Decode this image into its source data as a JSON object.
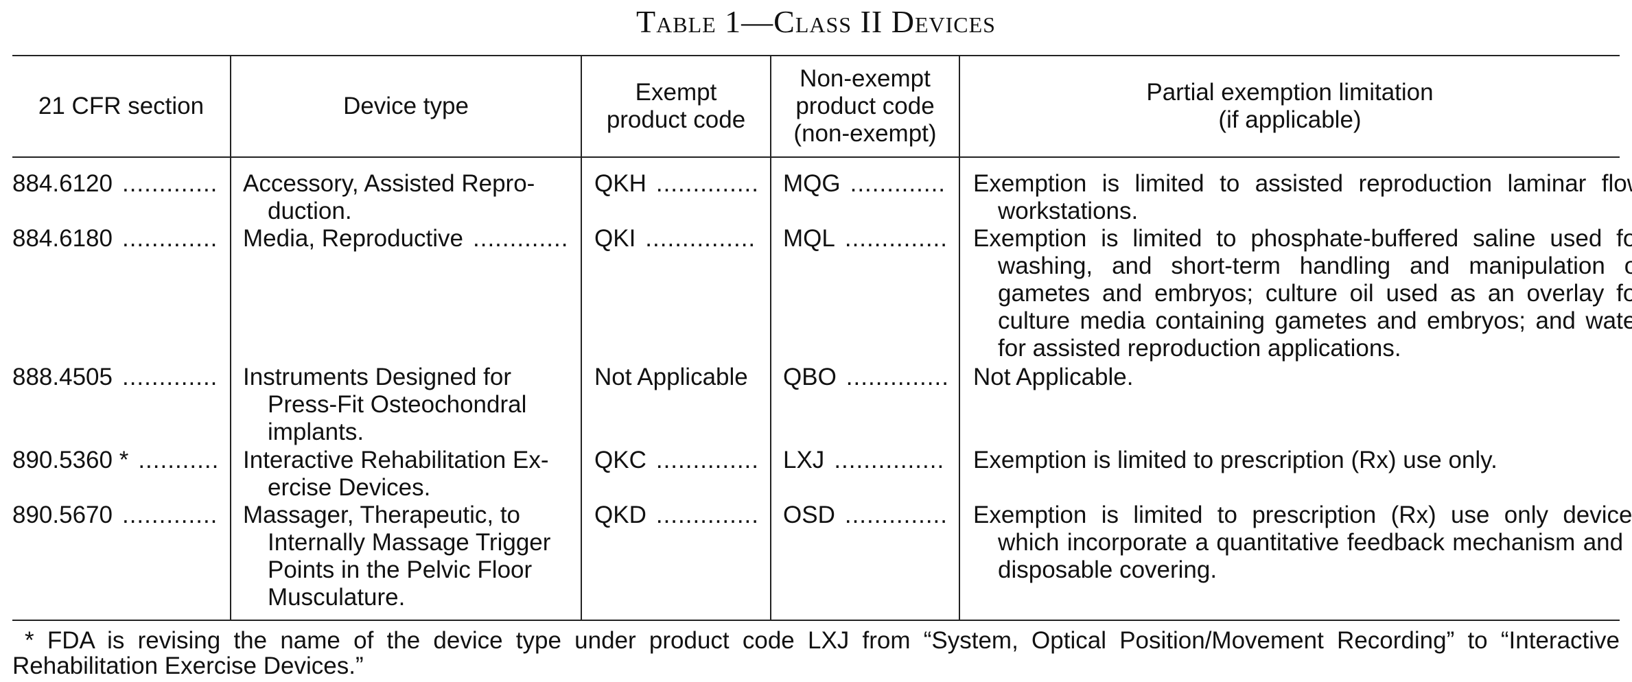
{
  "table": {
    "title": "Table 1—Class II Devices",
    "headers": {
      "cfr_section": "21 CFR section",
      "device_type": "Device type",
      "exempt_code_line1": "Exempt",
      "exempt_code_line2": "product code",
      "nonexempt_code_line1": "Non-exempt",
      "nonexempt_code_line2": "product code",
      "nonexempt_code_line3": "(non-exempt)",
      "limitation_line1": "Partial exemption limitation",
      "limitation_line2": "(if applicable)"
    },
    "rows": [
      {
        "cfr": "884.6120",
        "device": "Accessory, Assisted Repro-duction.",
        "exempt": "QKH",
        "nonexempt": "MQG",
        "limitation": "Exemption is limited to assisted reproduction laminar flow workstations."
      },
      {
        "cfr": "884.6180",
        "device": "Media, Reproductive",
        "exempt": "QKI",
        "nonexempt": "MQL",
        "limitation": "Exemption is limited to phosphate-buffered saline used for washing, and short-term handling and manipulation of gametes and embryos; culture oil used as an overlay for culture media containing gametes and embryos; and water for assisted reproduction applications."
      },
      {
        "cfr": "888.4505",
        "device": "Instruments Designed for Press-Fit Osteochondral implants.",
        "exempt": "Not Applicable",
        "nonexempt": "QBO",
        "limitation": "Not Applicable."
      },
      {
        "cfr": "890.5360 *",
        "device": "Interactive Rehabilitation Ex-ercise Devices.",
        "exempt": "QKC",
        "nonexempt": "LXJ",
        "limitation": "Exemption is limited to prescription (Rx) use only."
      },
      {
        "cfr": "890.5670",
        "device": "Massager, Therapeutic, to Internally Massage Trigger Points in the Pelvic Floor Musculature.",
        "exempt": "QKD",
        "nonexempt": "OSD",
        "limitation": "Exemption is limited to prescription (Rx) use only devices which incorporate a quantitative feedback mechanism and a disposable covering."
      }
    ],
    "footnote": "* FDA is revising the name of the device type under product code LXJ from “System, Optical Position/Movement Recording” to “Interactive Rehabilitation Exercise Devices.”"
  }
}
